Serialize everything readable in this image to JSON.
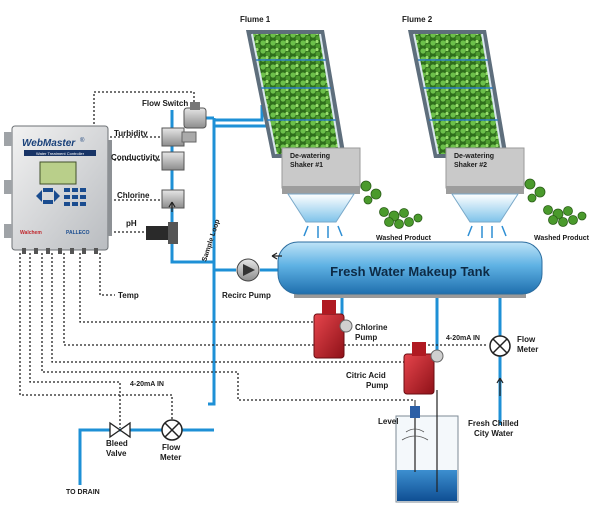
{
  "labels": {
    "flume1": "Flume 1",
    "flume2": "Flume 2",
    "shaker1_l1": "De-watering",
    "shaker1_l2": "Shaker #1",
    "shaker2_l1": "De-watering",
    "shaker2_l2": "Shaker #2",
    "washed1": "Washed Product",
    "washed2": "Washed Product",
    "tank": "Fresh Water Makeup Tank",
    "flow_switch": "Flow Switch",
    "turbidity": "Turbidity",
    "conductivity": "Conductivity",
    "chlorine": "Chlorine",
    "ph": "pH",
    "sample_loop": "Sample Loop",
    "temp": "Temp",
    "recirc_pump": "Recirc Pump",
    "chlorine_pump_l1": "Chlorine",
    "chlorine_pump_l2": "Pump",
    "citric_pump_l1": "Citric Acid",
    "citric_pump_l2": "Pump",
    "signal_right": "4-20mA IN",
    "signal_left": "4-20mA IN",
    "flow_meter_right_l1": "Flow",
    "flow_meter_right_l2": "Meter",
    "level": "Level",
    "city_water_l1": "Fresh Chilled",
    "city_water_l2": "City Water",
    "bleed_valve_l1": "Bleed",
    "bleed_valve_l2": "Valve",
    "flow_meter_left_l1": "Flow",
    "flow_meter_left_l2": "Meter",
    "drain": "TO DRAIN"
  },
  "controller": {
    "brand": "WebMaster",
    "trademark": "®",
    "tagline": "Water Treatment Controller",
    "logo_left": "Walchem",
    "logo_right": "PALLECO"
  },
  "colors": {
    "pipe": "#1e90d6",
    "signal": "#222222",
    "tank": "#3f9fd8",
    "pump_red": "#c8202a",
    "product_green": "#4a9a2c"
  }
}
